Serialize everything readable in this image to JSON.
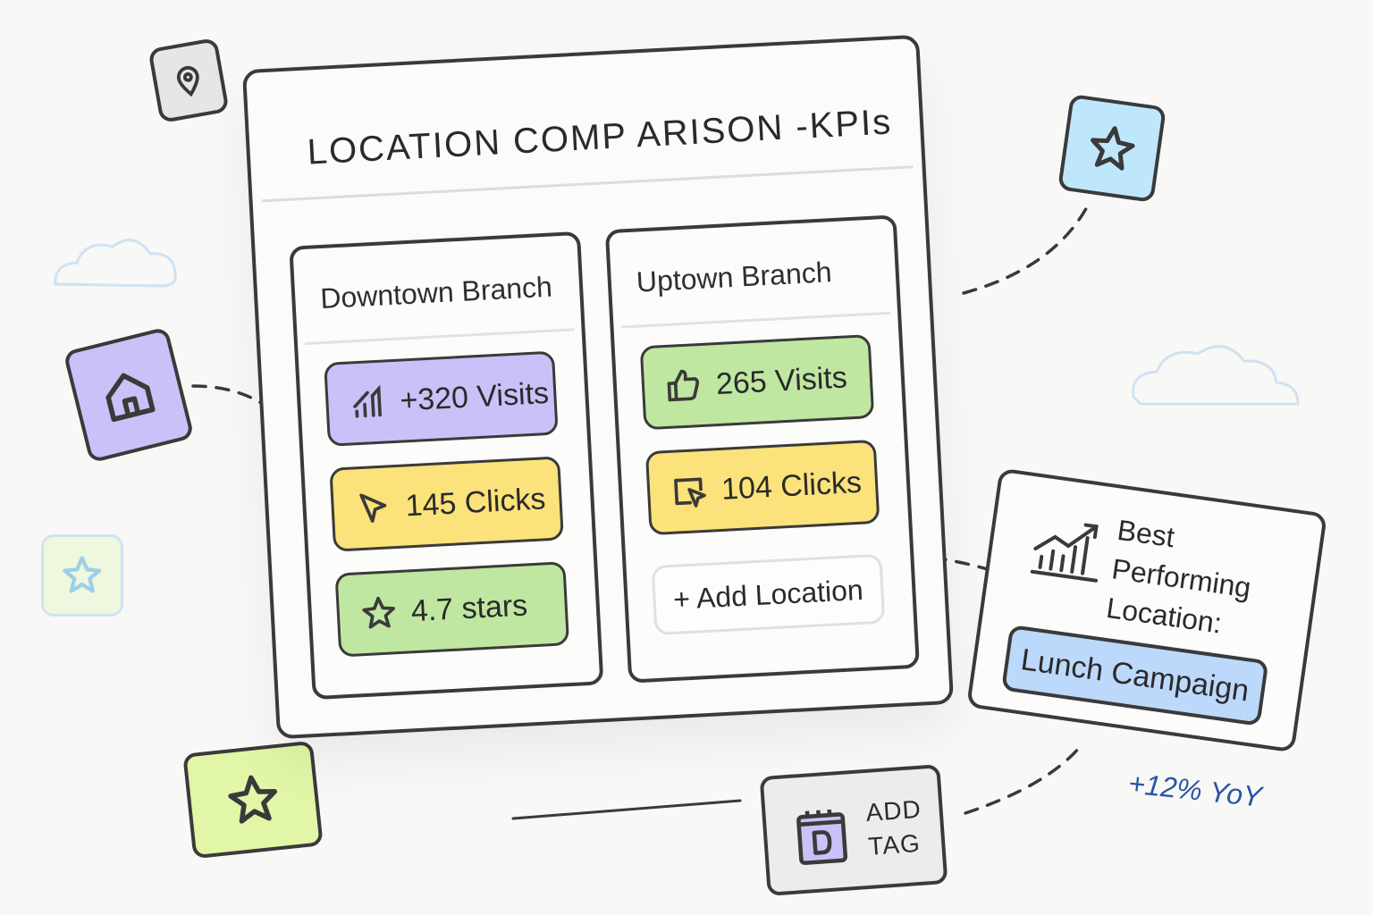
{
  "window": {
    "title": "LOCATION COMP ARISON -KPIs"
  },
  "branches": [
    {
      "name": "Downtown Branch",
      "kpis": [
        {
          "label": "+320 Visits",
          "icon": "bar-growth-icon",
          "color": "#c8c2f8"
        },
        {
          "label": "145 Clicks",
          "icon": "cursor-icon",
          "color": "#fbe27a"
        },
        {
          "label": "4.7 stars",
          "icon": "star-icon",
          "color": "#bfe7a1"
        }
      ]
    },
    {
      "name": "Uptown Branch",
      "kpis": [
        {
          "label": "265 Visits",
          "icon": "thumbs-up-icon",
          "color": "#bfe7a1"
        },
        {
          "label": "104 Clicks",
          "icon": "click-window-icon",
          "color": "#fbe27a"
        }
      ],
      "add_button": "+ Add Location"
    }
  ],
  "best": {
    "label_lines": [
      "Best",
      "Performing",
      "Location:"
    ],
    "value": "Lunch Campaign",
    "value_color": "#bcd8fb",
    "change": "+12% YoY",
    "change_color": "#2c53a8",
    "icon": "trend-chart-icon"
  },
  "add_tag": {
    "lines": [
      "ADD",
      "TAG"
    ],
    "icon": "tag-clipboard-icon"
  },
  "floating_icons": [
    {
      "icon": "location-pin-icon",
      "color": "#e6e6e6"
    },
    {
      "icon": "home-icon",
      "color": "#c8c2f8"
    },
    {
      "icon": "star-icon",
      "color": "#bfe7fb"
    },
    {
      "icon": "star-icon",
      "color": "#e5f7cf"
    },
    {
      "icon": "star-icon",
      "color": "#e2f6a8"
    }
  ]
}
